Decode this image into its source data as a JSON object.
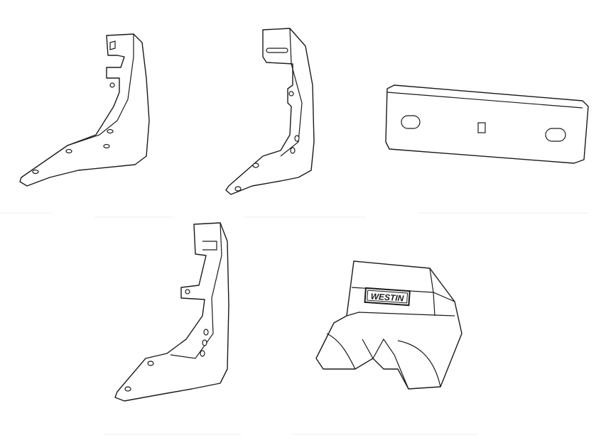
{
  "parts": [
    {
      "name": "bracket-left"
    },
    {
      "name": "bracket-middle"
    },
    {
      "name": "mounting-plate"
    },
    {
      "name": "bracket-bottom"
    },
    {
      "name": "step-pad",
      "logo_text": "WESTIN"
    }
  ]
}
